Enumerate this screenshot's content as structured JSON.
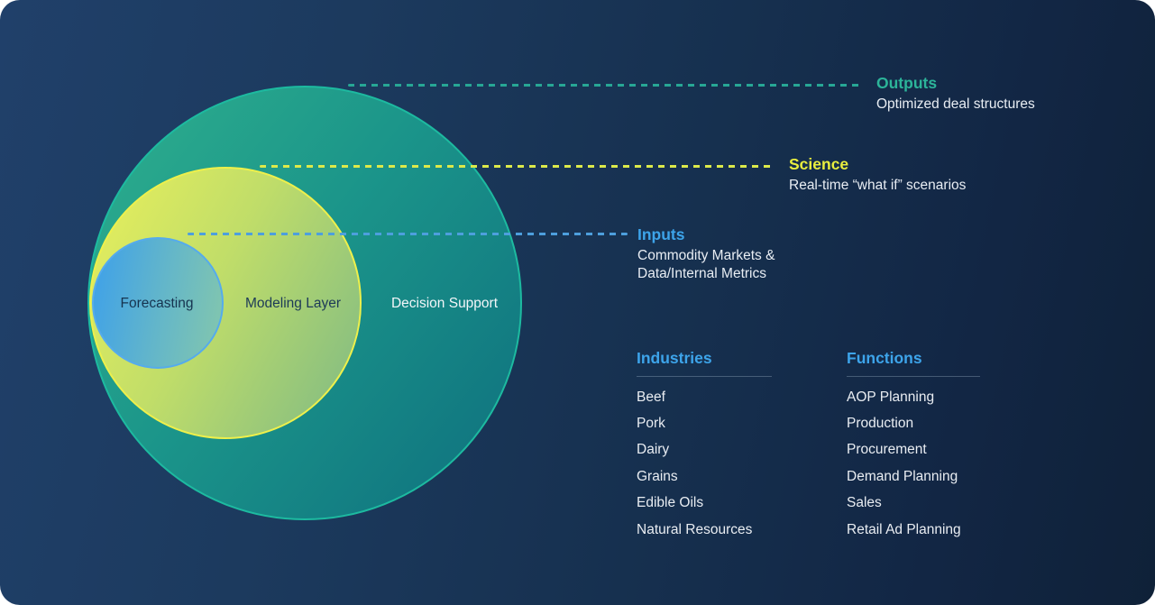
{
  "venn": {
    "circles": [
      {
        "id": "decision-support",
        "label": "Decision Support",
        "border_color": "#1dbaa0",
        "fill_from": "#2fb08d",
        "fill_to": "#0e6f7e"
      },
      {
        "id": "modeling-layer",
        "label": "Modeling Layer",
        "border_color": "#eef04b",
        "fill_from": "#e9f05b",
        "fill_to": "#7db985"
      },
      {
        "id": "forecasting",
        "label": "Forecasting",
        "border_color": "#55abec",
        "fill_from": "#3da0ea",
        "fill_to": "#84c7ac"
      }
    ]
  },
  "callouts": [
    {
      "id": "outputs",
      "title": "Outputs",
      "subtitle": "Optimized deal structures",
      "color": "#2cb499"
    },
    {
      "id": "science",
      "title": "Science",
      "subtitle": "Real-time “what if” scenarios",
      "color": "#e9ee3e"
    },
    {
      "id": "inputs",
      "title": "Inputs",
      "subtitle_line1": "Commodity Markets &",
      "subtitle_line2": "Data/Internal Metrics",
      "color": "#3da4ea"
    }
  ],
  "lists": {
    "industries": {
      "heading": "Industries",
      "items": [
        "Beef",
        "Pork",
        "Dairy",
        "Grains",
        "Edible Oils",
        "Natural Resources"
      ]
    },
    "functions": {
      "heading": "Functions",
      "items": [
        "AOP Planning",
        "Production",
        "Procurement",
        "Demand Planning",
        "Sales",
        "Retail Ad Planning"
      ]
    }
  },
  "colors": {
    "background_from": "#20406a",
    "background_to": "#0f2138",
    "heading_accent": "#3da4ea",
    "body_text": "#e9edf2"
  }
}
